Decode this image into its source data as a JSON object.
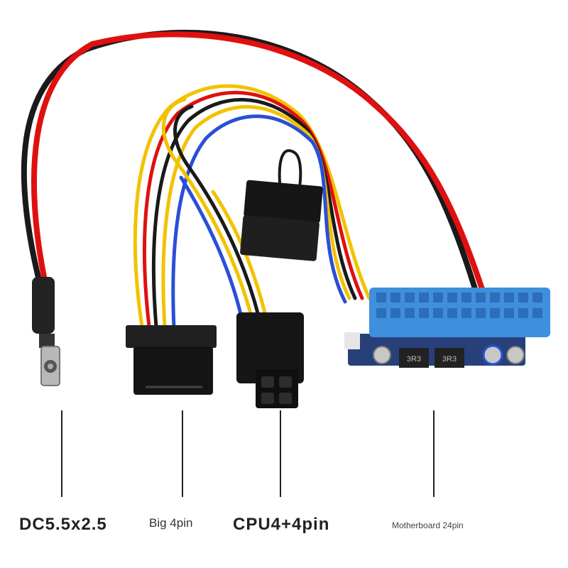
{
  "labels": {
    "dc": "DC5.5x2.5",
    "big4pin": "Big 4pin",
    "cpu": "CPU4+4pin",
    "motherboard": "Motherboard 24pin"
  },
  "pcb": {
    "inductor_1": "3R3",
    "inductor_2": "3R3"
  },
  "colors": {
    "red_wire": "#e01010",
    "black_wire": "#1a1a1a",
    "yellow_wire": "#f2c200",
    "blue_wire": "#2a4fd6",
    "atx_connector": "#3f8fdc"
  }
}
